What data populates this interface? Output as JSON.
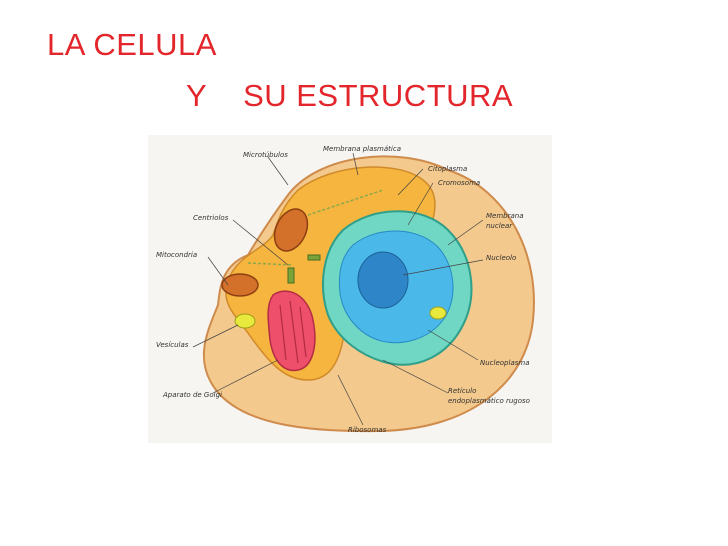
{
  "slide": {
    "title_line1": "LA CELULA",
    "title_line2": "Y    SU ESTRUCTURA"
  },
  "diagram": {
    "labels": {
      "microtubulos": "Microtúbulos",
      "membrana_plasmatica": "Membrana plasmática",
      "citoplasma": "Citoplasma",
      "cromosoma": "Cromosoma",
      "membrana_nuclear_1": "Membrana",
      "membrana_nuclear_2": "nuclear",
      "nucleolo": "Nucleolo",
      "centriolos": "Centriolos",
      "mitocondria": "Mitocondria",
      "vesiculas": "Vesículas",
      "nucleoplasma": "Nucleoplasma",
      "aparato_golgi": "Aparato de Golgi",
      "reticulo_1": "Retículo",
      "reticulo_2": "endoplasmático rugoso",
      "ribosomas": "Ribosomas"
    },
    "colors": {
      "cell_outer": "#f3c98d",
      "cytoplasm": "#f5b53e",
      "nucleus_outer": "#6fd7c4",
      "nucleus_inner": "#4ab9ea",
      "nucleolus": "#2e86c9",
      "golgi": "#ee4f6a",
      "mitochondria": "#d3702a",
      "vesicle": "#e7ea3c"
    }
  }
}
